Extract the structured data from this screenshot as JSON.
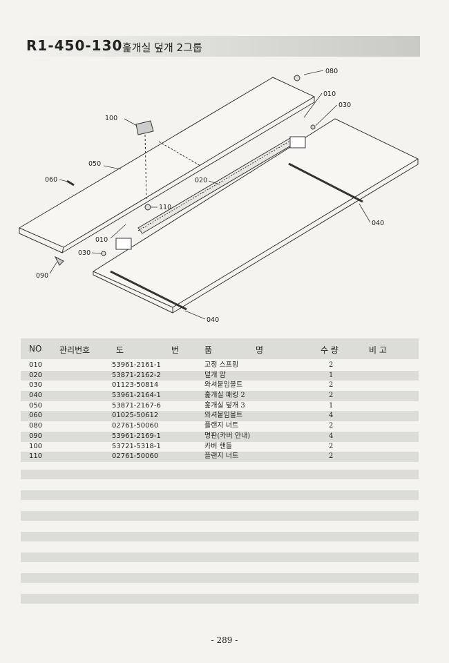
{
  "header": {
    "code": "R1-450-130",
    "title": "훑개실 덮개 2그룹"
  },
  "diagram": {
    "callouts": [
      "080",
      "010",
      "030",
      "100",
      "050",
      "060",
      "020",
      "110",
      "040",
      "010",
      "030",
      "090",
      "040"
    ]
  },
  "table": {
    "headers": {
      "no": "NO",
      "mgmt": "관리번호",
      "dwg_1": "도",
      "dwg_2": "번",
      "name_1": "품",
      "name_2": "명",
      "qty": "수 량",
      "note": "비 고"
    },
    "rows": [
      {
        "no": "010",
        "drawing": "53961-2161-1",
        "name": "고정 스프링",
        "qty": "2"
      },
      {
        "no": "020",
        "drawing": "53871-2162-2",
        "name": "덮개 암",
        "qty": "1"
      },
      {
        "no": "030",
        "drawing": "01123-50814",
        "name": "와셔붙임볼트",
        "qty": "2"
      },
      {
        "no": "040",
        "drawing": "53961-2164-1",
        "name": "훑개실 패킹 2",
        "qty": "2"
      },
      {
        "no": "050",
        "drawing": "53871-2167-6",
        "name": "훑개실 덮개 3",
        "qty": "1"
      },
      {
        "no": "060",
        "drawing": "01025-50612",
        "name": "와셔붙임볼트",
        "qty": "4"
      },
      {
        "no": "080",
        "drawing": "02761-50060",
        "name": "플랜지 너트",
        "qty": "2"
      },
      {
        "no": "090",
        "drawing": "53961-2169-1",
        "name": "명판(카버 안내)",
        "qty": "4"
      },
      {
        "no": "100",
        "drawing": "53721-5318-1",
        "name": "카버 핸들",
        "qty": "2"
      },
      {
        "no": "110",
        "drawing": "02761-50060",
        "name": "플랜지 너트",
        "qty": "2"
      }
    ]
  },
  "footer": {
    "page_number": "- 289 -"
  }
}
